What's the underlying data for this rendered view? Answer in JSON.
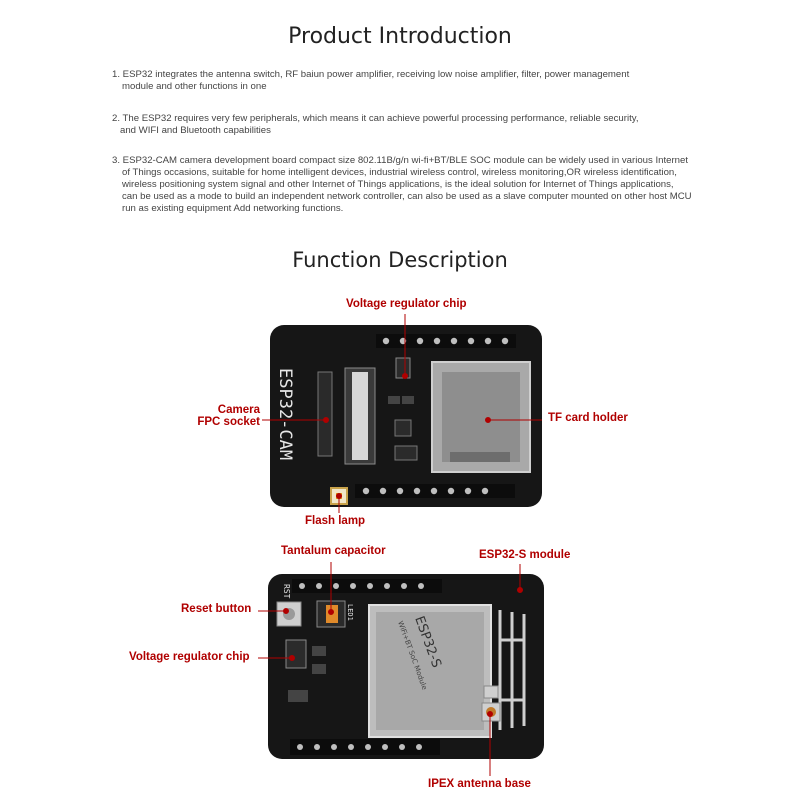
{
  "intro": {
    "title": "Product Introduction",
    "items": [
      {
        "lines": [
          "1. ESP32 integrates the antenna switch, RF baiun power amplifier, receiving low noise amplifier, filter, power management",
          "module and other functions in one"
        ]
      },
      {
        "lines": [
          "2. The ESP32 requires very few peripherals, which means it can achieve powerful processing performance, reliable security,",
          "and WIFI and Bluetooth capabilities"
        ]
      },
      {
        "lines": [
          "3. ESP32-CAM camera development board compact size 802.11B/g/n wi-fi+BT/BLE SOC module can be widely used in various Internet",
          "of Things occasions, suitable for home intelligent devices, industrial wireless control, wireless monitoring,OR wireless identification,",
          "wireless positioning system signal and other Internet of Things applications, is the ideal solution for Internet of Things applications,",
          "can be used as a mode to build an independent network controller, can also be used as a slave computer mounted on other host MCU",
          "run as existing equipment Add networking functions."
        ]
      }
    ]
  },
  "function": {
    "title": "Function Description",
    "labels": {
      "voltage_regulator_top": "Voltage regulator chip",
      "camera_line1": "Camera",
      "camera_line2": "FPC socket",
      "tf_card": "TF card holder",
      "flash_lamp": "Flash lamp",
      "tantalum": "Tantalum capacitor",
      "esp32s_module": "ESP32-S module",
      "reset": "Reset button",
      "voltage_regulator_bottom": "Voltage regulator chip",
      "ipex": "IPEX antenna base"
    }
  },
  "board_text": {
    "top_name": "ESP32-CAM",
    "module_name": "ESP32-S",
    "module_sub": "WiFi+BT SoC Module",
    "rst": "RST",
    "led": "LED1"
  },
  "colors": {
    "board": "#161616",
    "label_red": "#b00000",
    "sd_metal": "#a9a9a9"
  }
}
